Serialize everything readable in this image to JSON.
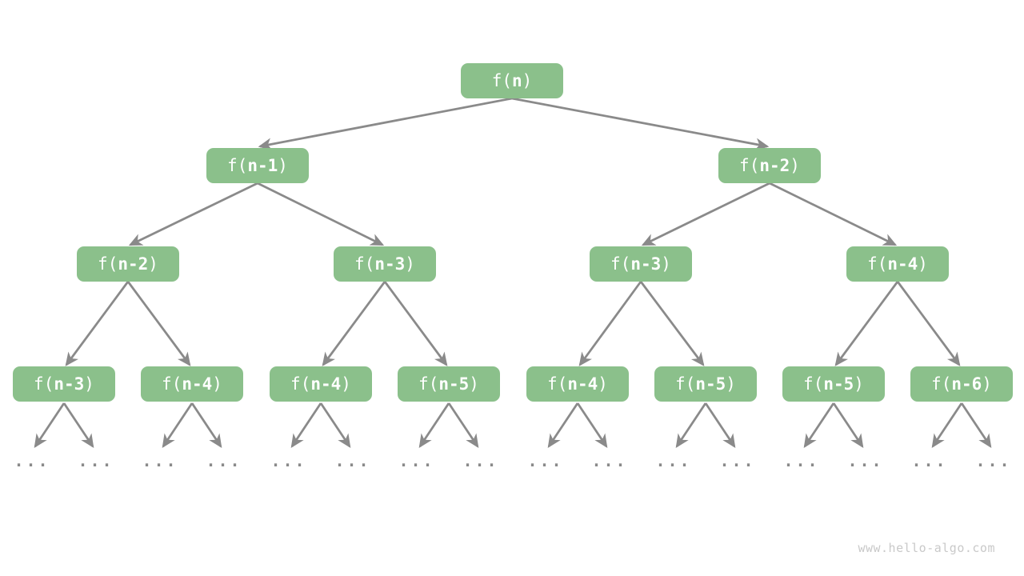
{
  "colors": {
    "page_bg": "#ffffff",
    "node_fill": "#8bc08b",
    "node_text": "#ffffff",
    "edge": "#8a8a8a",
    "leaf_dots": "#8a8a8a",
    "watermark": "#c9c9c9"
  },
  "watermark": "www.hello-algo.com",
  "nodes": [
    {
      "level": 1,
      "prefix": "f(",
      "arg": "n",
      "suffix": ")"
    },
    {
      "level": 2,
      "prefix": "f(",
      "arg": "n-1",
      "suffix": ")"
    },
    {
      "level": 2,
      "prefix": "f(",
      "arg": "n-2",
      "suffix": ")"
    },
    {
      "level": 3,
      "prefix": "f(",
      "arg": "n-2",
      "suffix": ")"
    },
    {
      "level": 3,
      "prefix": "f(",
      "arg": "n-3",
      "suffix": ")"
    },
    {
      "level": 3,
      "prefix": "f(",
      "arg": "n-3",
      "suffix": ")"
    },
    {
      "level": 3,
      "prefix": "f(",
      "arg": "n-4",
      "suffix": ")"
    },
    {
      "level": 4,
      "prefix": "f(",
      "arg": "n-3",
      "suffix": ")"
    },
    {
      "level": 4,
      "prefix": "f(",
      "arg": "n-4",
      "suffix": ")"
    },
    {
      "level": 4,
      "prefix": "f(",
      "arg": "n-4",
      "suffix": ")"
    },
    {
      "level": 4,
      "prefix": "f(",
      "arg": "n-5",
      "suffix": ")"
    },
    {
      "level": 4,
      "prefix": "f(",
      "arg": "n-4",
      "suffix": ")"
    },
    {
      "level": 4,
      "prefix": "f(",
      "arg": "n-5",
      "suffix": ")"
    },
    {
      "level": 4,
      "prefix": "f(",
      "arg": "n-5",
      "suffix": ")"
    },
    {
      "level": 4,
      "prefix": "f(",
      "arg": "n-6",
      "suffix": ")"
    }
  ],
  "leaves": [
    "...",
    "...",
    "...",
    "...",
    "...",
    "...",
    "...",
    "...",
    "...",
    "...",
    "...",
    "...",
    "...",
    "...",
    "...",
    "..."
  ]
}
